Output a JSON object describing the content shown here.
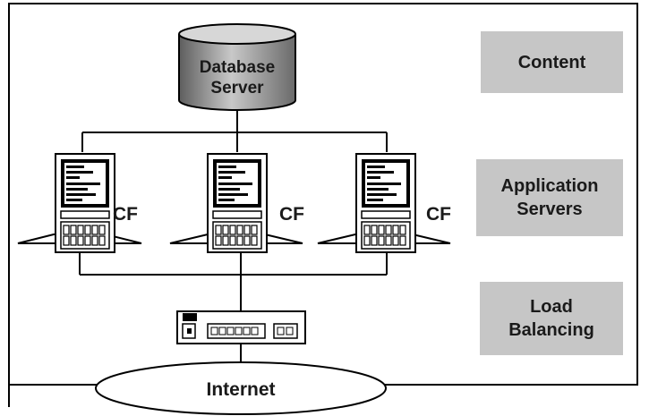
{
  "database_server": {
    "label_line1": "Database",
    "label_line2": "Server"
  },
  "servers": [
    {
      "label": "CF"
    },
    {
      "label": "CF"
    },
    {
      "label": "CF"
    }
  ],
  "network": {
    "label": "Internet"
  },
  "layers": {
    "content": "Content",
    "app_line1": "Application",
    "app_line2": "Servers",
    "lb_line1": "Load",
    "lb_line2": "Balancing"
  }
}
